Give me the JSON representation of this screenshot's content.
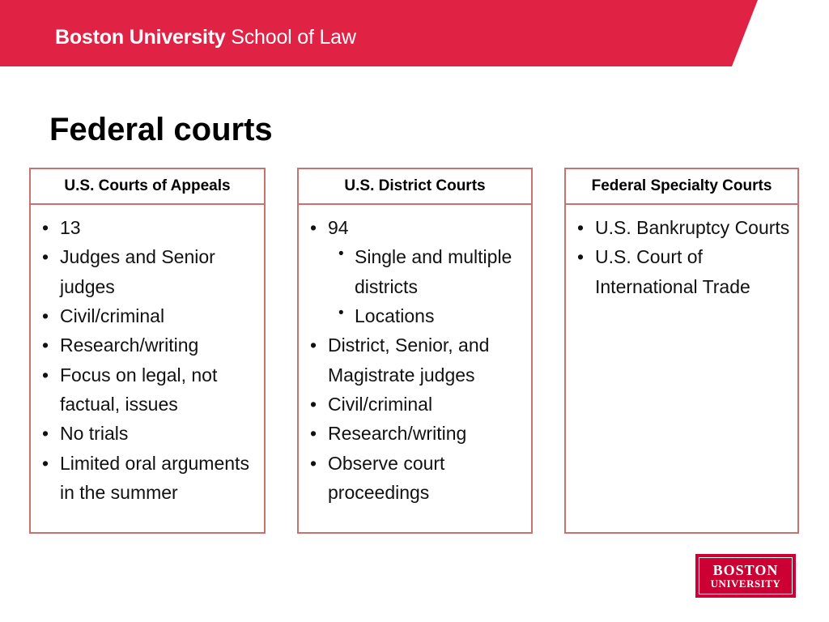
{
  "banner": {
    "brand_bold": "Boston University",
    "brand_regular": " School of Law",
    "color": "#E02244"
  },
  "slide": {
    "title": "Federal courts",
    "border_color": "#C9716F",
    "columns": [
      {
        "header": "U.S. Courts of Appeals",
        "bullets": [
          {
            "level": 1,
            "text": "13"
          },
          {
            "level": 1,
            "text": "Judges and Senior judges"
          },
          {
            "level": 1,
            "text": "Civil/criminal"
          },
          {
            "level": 1,
            "text": "Research/writing"
          },
          {
            "level": 1,
            "text": "Focus on legal, not factual, issues"
          },
          {
            "level": 1,
            "text": "No trials"
          },
          {
            "level": 1,
            "text": "Limited oral arguments in the summer"
          }
        ]
      },
      {
        "header": "U.S. District Courts",
        "bullets": [
          {
            "level": 1,
            "text": "94"
          },
          {
            "level": 2,
            "text": "Single and multiple districts"
          },
          {
            "level": 2,
            "text": "Locations"
          },
          {
            "level": 1,
            "text": "District, Senior, and Magistrate judges"
          },
          {
            "level": 1,
            "text": "Civil/criminal"
          },
          {
            "level": 1,
            "text": "Research/writing"
          },
          {
            "level": 1,
            "text": "Observe court proceedings"
          }
        ]
      },
      {
        "header": "Federal Specialty Courts",
        "bullets": [
          {
            "level": 1,
            "text": "U.S. Bankruptcy Courts"
          },
          {
            "level": 1,
            "text": "U.S. Court of International Trade"
          }
        ]
      }
    ]
  },
  "logo": {
    "line1": "BOSTON",
    "line2": "UNIVERSITY",
    "color": "#CC0033"
  }
}
